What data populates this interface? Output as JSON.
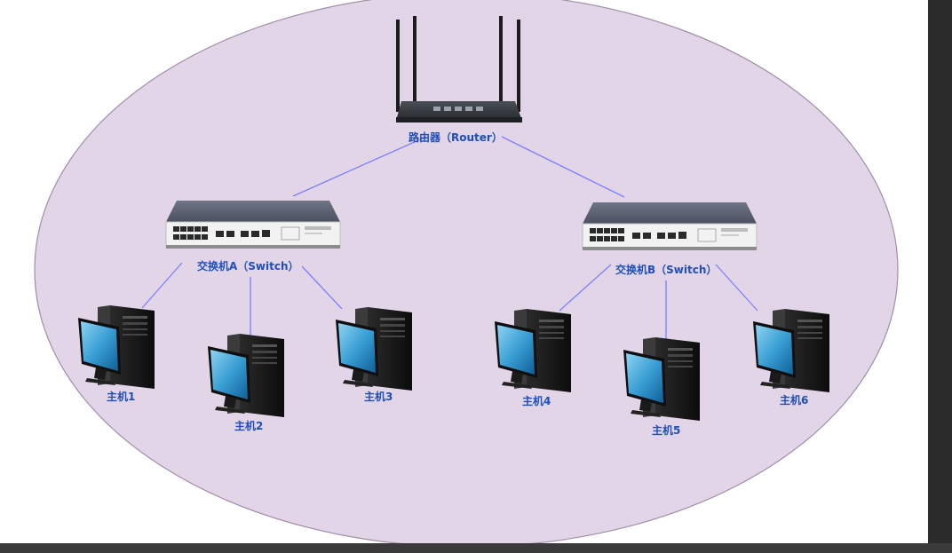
{
  "colors": {
    "cloud_fill": "#e3d5e8",
    "cloud_stroke": "#a08ea6",
    "link": "#7b7fff",
    "label": "#1f4fb8"
  },
  "nodes": {
    "router": {
      "label": "路由器（Router）",
      "icon": "router-icon"
    },
    "switch_a": {
      "label": "交换机A（Switch）",
      "icon": "switch-icon"
    },
    "switch_b": {
      "label": "交换机B（Switch）",
      "icon": "switch-icon"
    },
    "hosts": [
      {
        "label": "主机1",
        "icon": "computer-icon"
      },
      {
        "label": "主机2",
        "icon": "computer-icon"
      },
      {
        "label": "主机3",
        "icon": "computer-icon"
      },
      {
        "label": "主机4",
        "icon": "computer-icon"
      },
      {
        "label": "主机5",
        "icon": "computer-icon"
      },
      {
        "label": "主机6",
        "icon": "computer-icon"
      }
    ]
  },
  "edges": [
    [
      "router",
      "switch_a"
    ],
    [
      "router",
      "switch_b"
    ],
    [
      "switch_a",
      "host1"
    ],
    [
      "switch_a",
      "host2"
    ],
    [
      "switch_a",
      "host3"
    ],
    [
      "switch_b",
      "host4"
    ],
    [
      "switch_b",
      "host5"
    ],
    [
      "switch_b",
      "host6"
    ]
  ]
}
